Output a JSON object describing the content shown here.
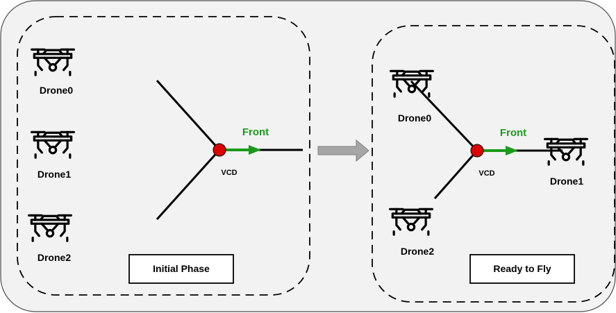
{
  "colors": {
    "background": "#f2f2f2",
    "frame_stroke": "#333333",
    "front_arrow": "#1a9b1a",
    "vcd_dot": "#dd0000",
    "transition_arrow": "#a6a6a6"
  },
  "icons": {
    "drone": "drone-icon"
  },
  "initial_phase": {
    "title": "Initial Phase",
    "drones": [
      {
        "label": "Drone0"
      },
      {
        "label": "Drone1"
      },
      {
        "label": "Drone2"
      }
    ],
    "vcd_label": "VCD",
    "front_label": "Front"
  },
  "ready_phase": {
    "title": "Ready to Fly",
    "drones": [
      {
        "label": "Drone0"
      },
      {
        "label": "Drone1"
      },
      {
        "label": "Drone2"
      }
    ],
    "vcd_label": "VCD",
    "front_label": "Front"
  }
}
